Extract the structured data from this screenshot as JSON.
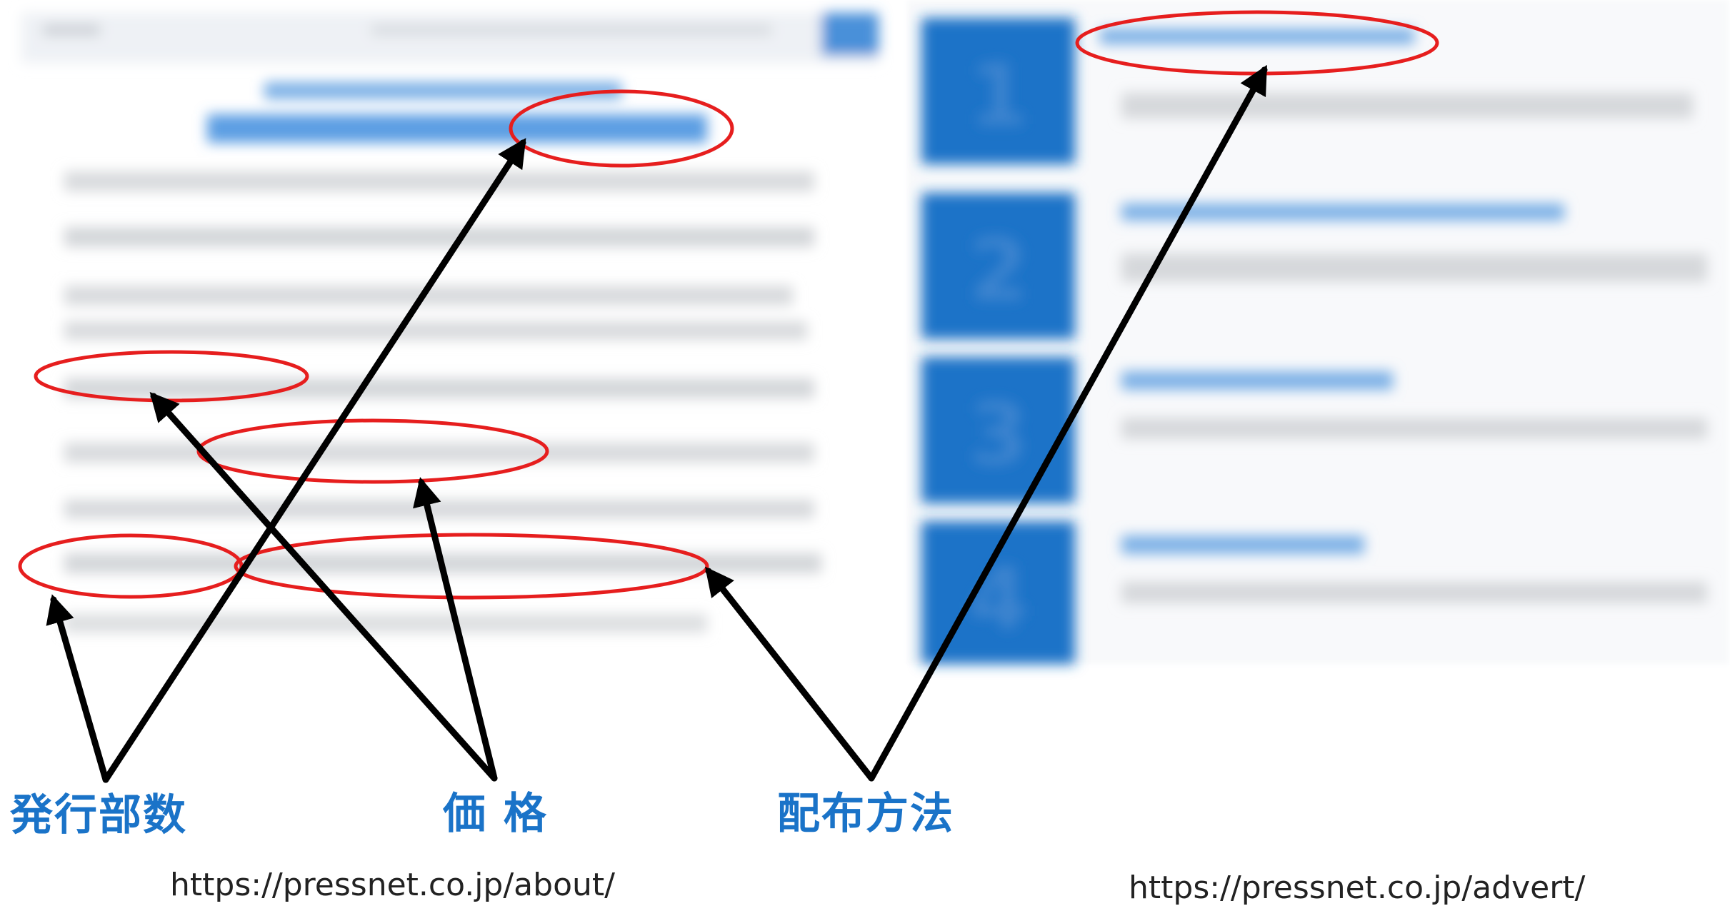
{
  "labels": {
    "circulation": "発行部数",
    "price": "価 格",
    "distribution": "配布方法"
  },
  "urls": {
    "about": "https://pressnet.co.jp/about/",
    "advert": "https://pressnet.co.jp/advert/"
  },
  "right_panel": {
    "numbers": [
      "1",
      "2",
      "3",
      "4"
    ]
  },
  "colors": {
    "highlight": "#e61e1e",
    "label": "#1a73c8",
    "arrow": "#000000",
    "accent": "#1a73c8"
  }
}
